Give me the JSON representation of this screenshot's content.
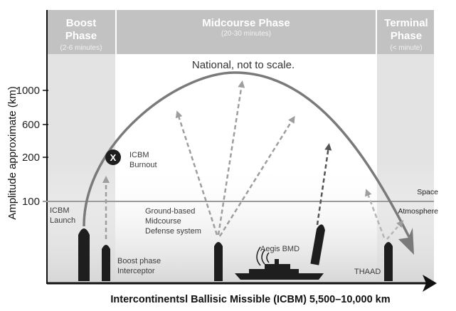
{
  "phases": {
    "boost": {
      "title_line1": "Boost",
      "title_line2": "Phase",
      "duration": "(2-6 minutes)"
    },
    "midcourse": {
      "title": "Midcourse Phase",
      "duration": "(20-30 minutes)"
    },
    "terminal": {
      "title_line1": "Terminal",
      "title_line2": "Phase",
      "duration": "(< minute)"
    }
  },
  "note": "National, not to scale.",
  "y_axis": {
    "title": "Amplitude approximate (km)",
    "ticks": [
      "1000",
      "600",
      "200",
      "100"
    ]
  },
  "x_axis": {
    "title": "Intercontinentsl Ballisic Missible (ICBM) 5,500–10,000 km"
  },
  "zones": {
    "space": "Space",
    "atmosphere": "Atmosphere"
  },
  "labels": {
    "burnout_marker": "X",
    "burnout_line1": "ICBM",
    "burnout_line2": "Burnout",
    "launch_line1": "ICBM",
    "launch_line2": "Launch",
    "gmd_line1": "Ground-based",
    "gmd_line2": "Midcourse",
    "gmd_line3": "Defense system",
    "aegis": "Aegis BMD",
    "boost_interceptor_line1": "Boost phase",
    "boost_interceptor_line2": "Interceptor",
    "thaad": "THAAD"
  },
  "colors": {
    "header_bg": "#c2c2c2",
    "boost_band": "#e3e3e3",
    "terminal_band": "#e3e3e3",
    "trajectory": "#7a7a7a",
    "arrow_light": "#9e9e9e",
    "arrow_dark": "#555555",
    "missile": "#1e1e1e"
  }
}
